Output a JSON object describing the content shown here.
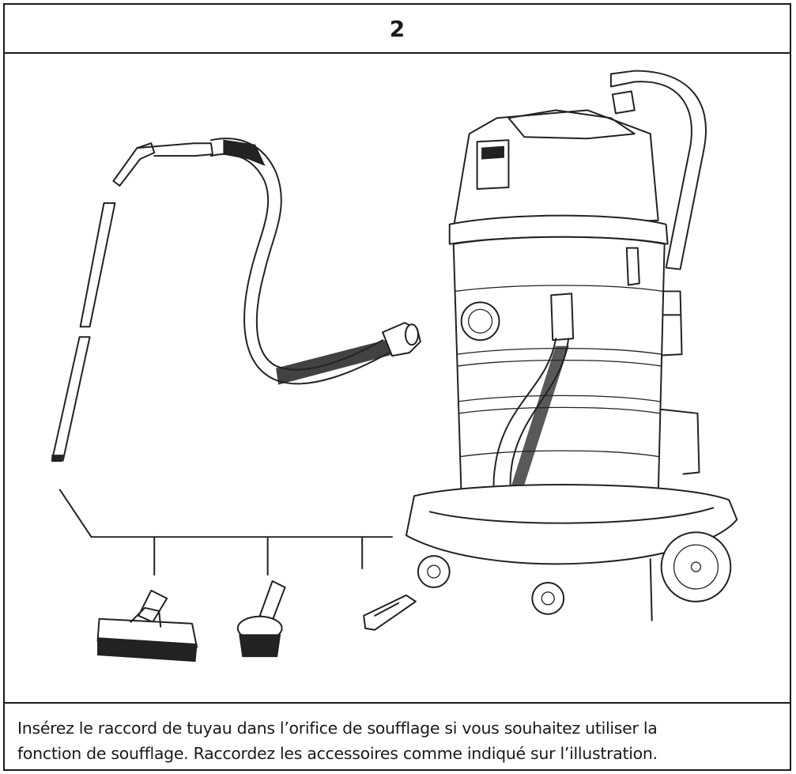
{
  "step": {
    "number": "2"
  },
  "caption": {
    "line1": "Insérez le raccord de tuyau dans l’orifice de soufflage si vous souhaitez utiliser la",
    "line2": "fonction de soufflage. Raccordez les accessoires comme indiqué sur l’illustration."
  },
  "illustration": {
    "parts": [
      "hose-icon",
      "extension-tube-icon",
      "floor-brush-icon",
      "round-brush-icon",
      "crevice-nozzle-icon",
      "wet-dry-vacuum-icon"
    ]
  }
}
